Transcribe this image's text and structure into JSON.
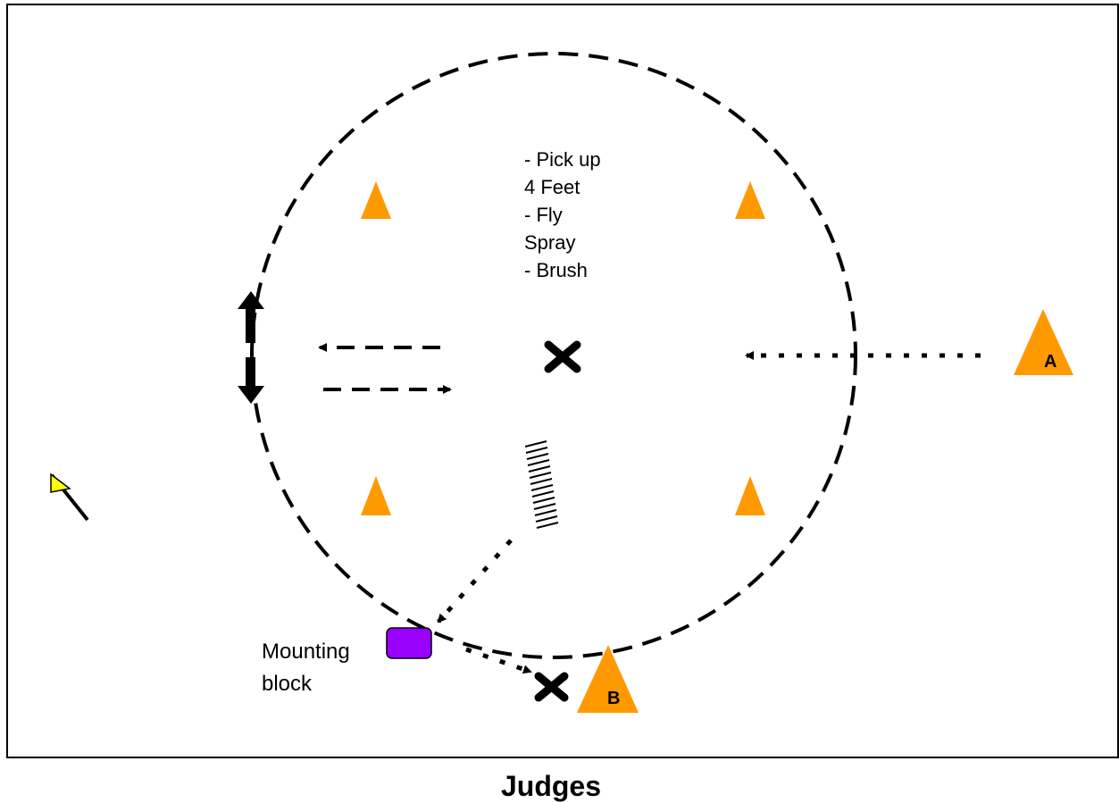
{
  "instructions": [
    "- Pick up",
    "4 Feet",
    "- Fly",
    "Spray",
    "- Brush"
  ],
  "mounting_block_label": [
    "Mounting",
    "block"
  ],
  "cones": {
    "a": "A",
    "b": "B"
  },
  "footer_label": "Judges",
  "icons": [
    "cone-icon",
    "x-mark-icon",
    "flag-icon",
    "mounting-block-icon",
    "double-arrow-icon",
    "hatch-icon"
  ],
  "colors": {
    "cone": "#ff9900",
    "mounting_block": "#9900ff",
    "flag": "#ffff00",
    "lines": "#000000",
    "background": "#ffffff"
  }
}
